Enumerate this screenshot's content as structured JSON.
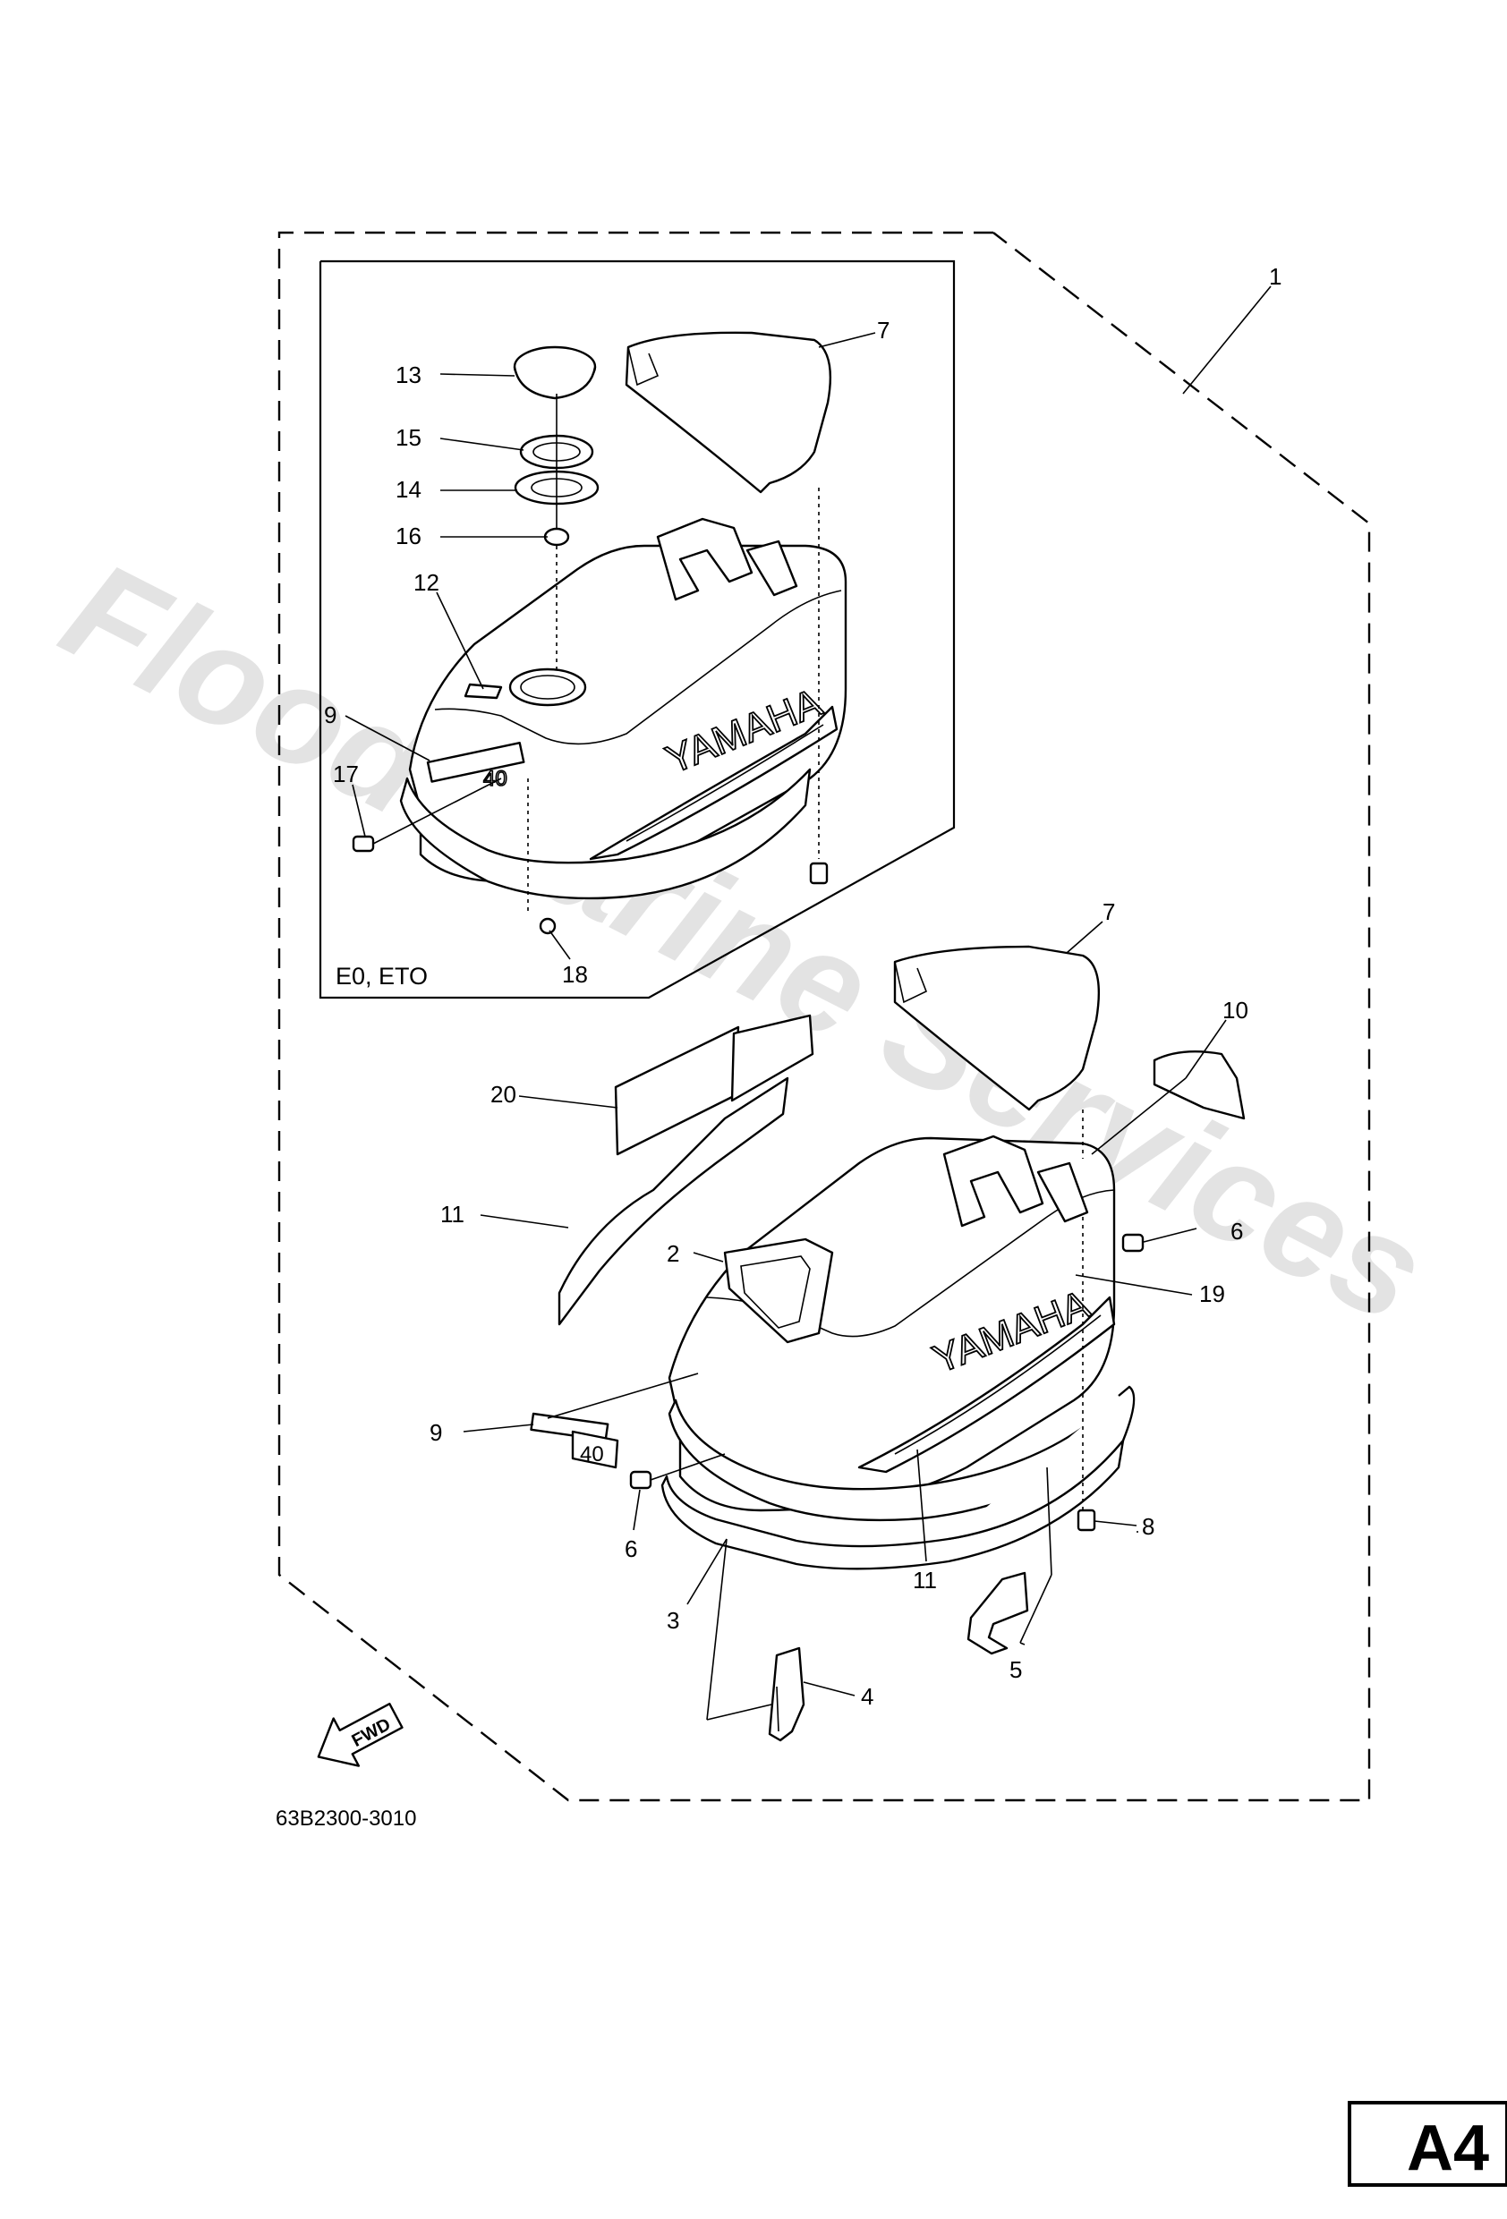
{
  "watermark": "Flood Marine Services",
  "inset_variant_label": "E0, ETO",
  "drawing_number": "63B2300-3010",
  "page_tag": "A4",
  "fwd_arrow_label": "FWD",
  "brand_text": "YAMAHA",
  "decal_model_text": "40",
  "callouts": {
    "c1": "1",
    "c2": "2",
    "c3": "3",
    "c4": "4",
    "c5": "5",
    "c6a": "6",
    "c6b": "6",
    "c7a": "7",
    "c7b": "7",
    "c8": "8",
    "c9a": "9",
    "c9b": "9",
    "c10": "10",
    "c11a": "11",
    "c11b": "11",
    "c12": "12",
    "c13": "13",
    "c14": "14",
    "c15": "15",
    "c16": "16",
    "c17": "17",
    "c18": "18",
    "c19": "19",
    "c20": "20"
  }
}
